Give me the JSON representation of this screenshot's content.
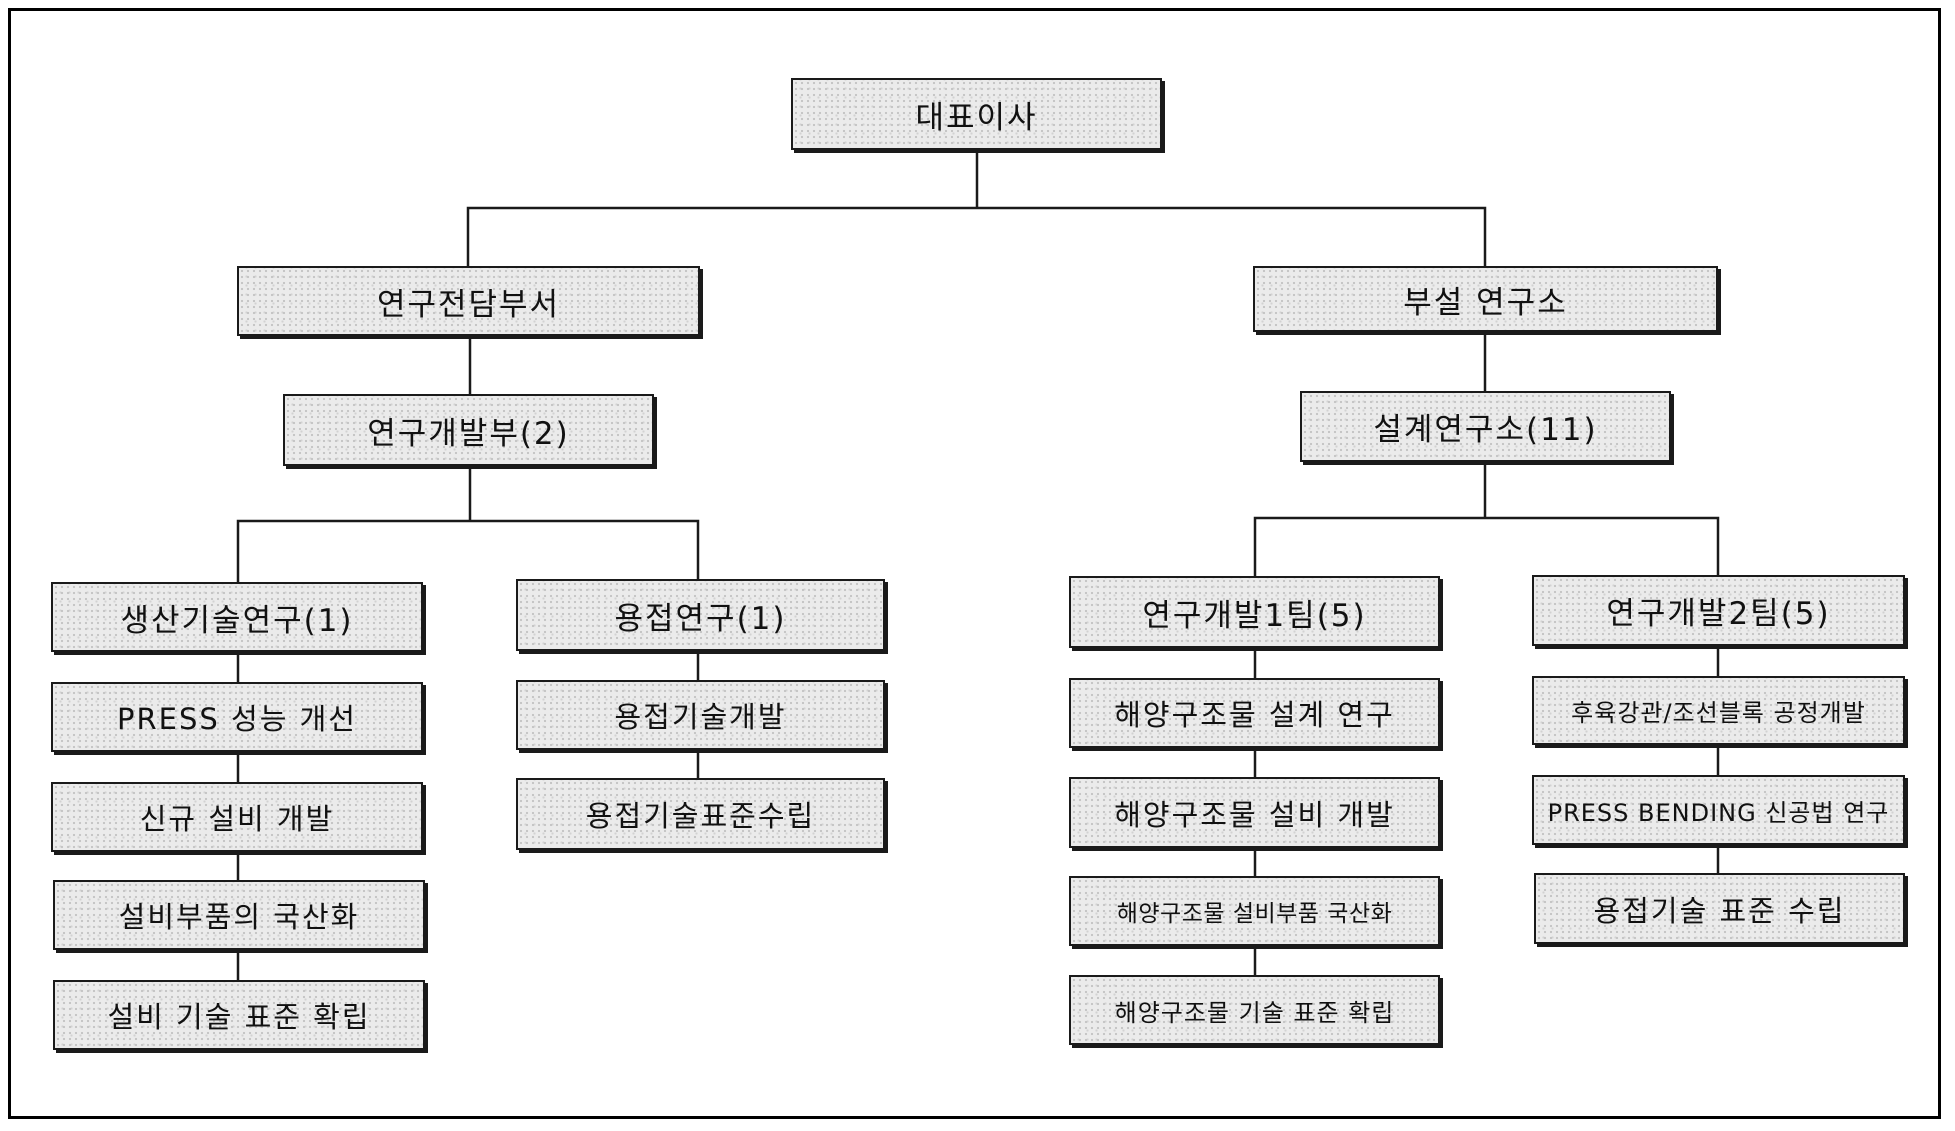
{
  "org_chart": {
    "ceo": "대표이사",
    "left_branch": {
      "dept": "연구전담부서",
      "division": "연구개발부(2)",
      "teams": [
        {
          "name": "생산기술연구(1)",
          "tasks": [
            "PRESS 성능 개선",
            "신규 설비 개발",
            "설비부품의 국산화",
            "설비 기술 표준 확립"
          ]
        },
        {
          "name": "용접연구(1)",
          "tasks": [
            "용접기술개발",
            "용접기술표준수립"
          ]
        }
      ]
    },
    "right_branch": {
      "dept": "부설 연구소",
      "division": "설계연구소(11)",
      "teams": [
        {
          "name": "연구개발1팀(5)",
          "tasks": [
            "해양구조물 설계 연구",
            "해양구조물 설비 개발",
            "해양구조물 설비부품 국산화",
            "해양구조물 기술 표준 확립"
          ]
        },
        {
          "name": "연구개발2팀(5)",
          "tasks": [
            "후육강관/조선블록 공정개발",
            "PRESS BENDING 신공법 연구",
            "용접기술 표준 수립"
          ]
        }
      ]
    }
  }
}
